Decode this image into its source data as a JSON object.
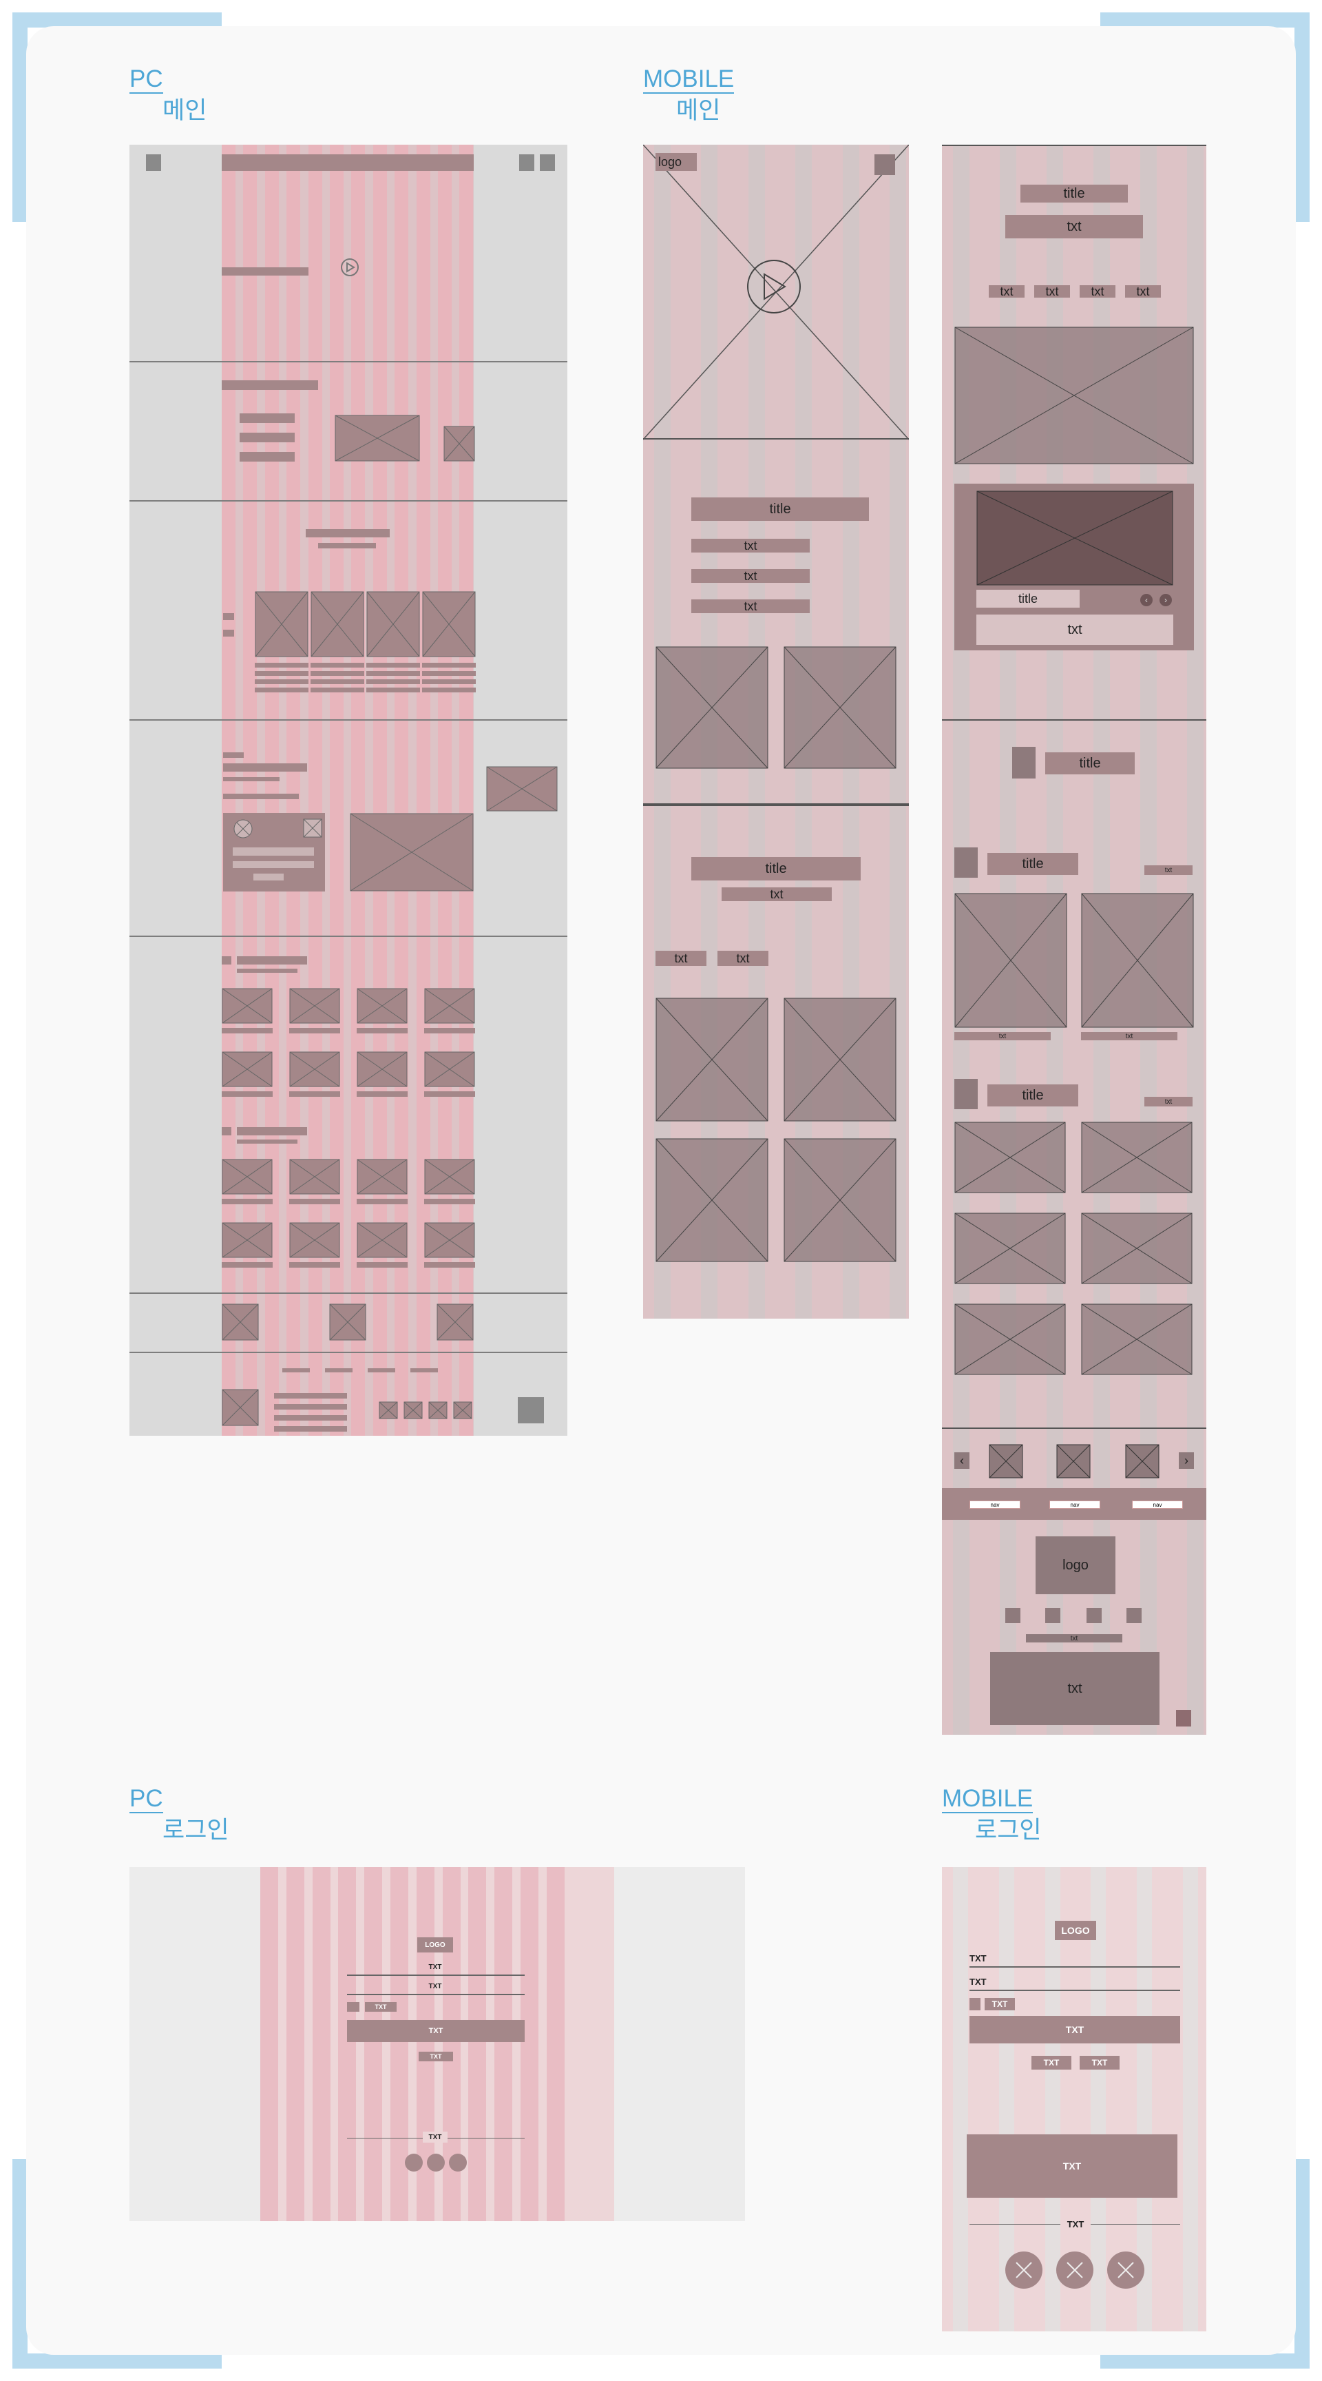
{
  "headings": {
    "pc_main": {
      "line1": "PC",
      "line2": "메인"
    },
    "mobile_main": {
      "line1": "MOBILE",
      "line2": "메인"
    },
    "pc_login": {
      "line1": "PC",
      "line2": "로그인"
    },
    "mobile_login": {
      "line1": "MOBILE",
      "line2": "로그인"
    }
  },
  "mobile_main_a": {
    "logo": "logo",
    "section2": {
      "title": "title",
      "items": [
        "txt",
        "txt",
        "txt"
      ]
    },
    "section3": {
      "title": "title",
      "subtitle": "txt",
      "tags": [
        "txt",
        "txt"
      ]
    }
  },
  "mobile_main_b": {
    "hero": {
      "title": "title",
      "subtitle": "txt",
      "tabs": [
        "txt",
        "txt",
        "txt",
        "txt"
      ]
    },
    "slider": {
      "title": "title",
      "text": "txt"
    },
    "section": {
      "title": "title"
    },
    "group1": {
      "title": "title",
      "more": "txt",
      "captions": [
        "txt",
        "txt"
      ]
    },
    "group2": {
      "title": "title",
      "more": "txt"
    },
    "nav_tabs": [
      "nav",
      "nav",
      "nav"
    ],
    "footer": {
      "logo": "logo",
      "line": "txt",
      "text": "txt"
    }
  },
  "pc_login": {
    "logo": "LOGO",
    "fields": [
      "TXT",
      "TXT"
    ],
    "checkbox_label": "TXT",
    "submit": "TXT",
    "link": "TXT",
    "divider": "TXT"
  },
  "mobile_login": {
    "logo": "LOGO",
    "fields": [
      "TXT",
      "TXT"
    ],
    "checkbox_label": "TXT",
    "submit": "TXT",
    "links": [
      "TXT",
      "TXT"
    ],
    "banner": "TXT",
    "divider": "TXT"
  },
  "colors": {
    "accent": "#4da6d6",
    "corner": "#b9dbef",
    "grid_pink": "#ddc3c6",
    "block": "#a48789"
  }
}
